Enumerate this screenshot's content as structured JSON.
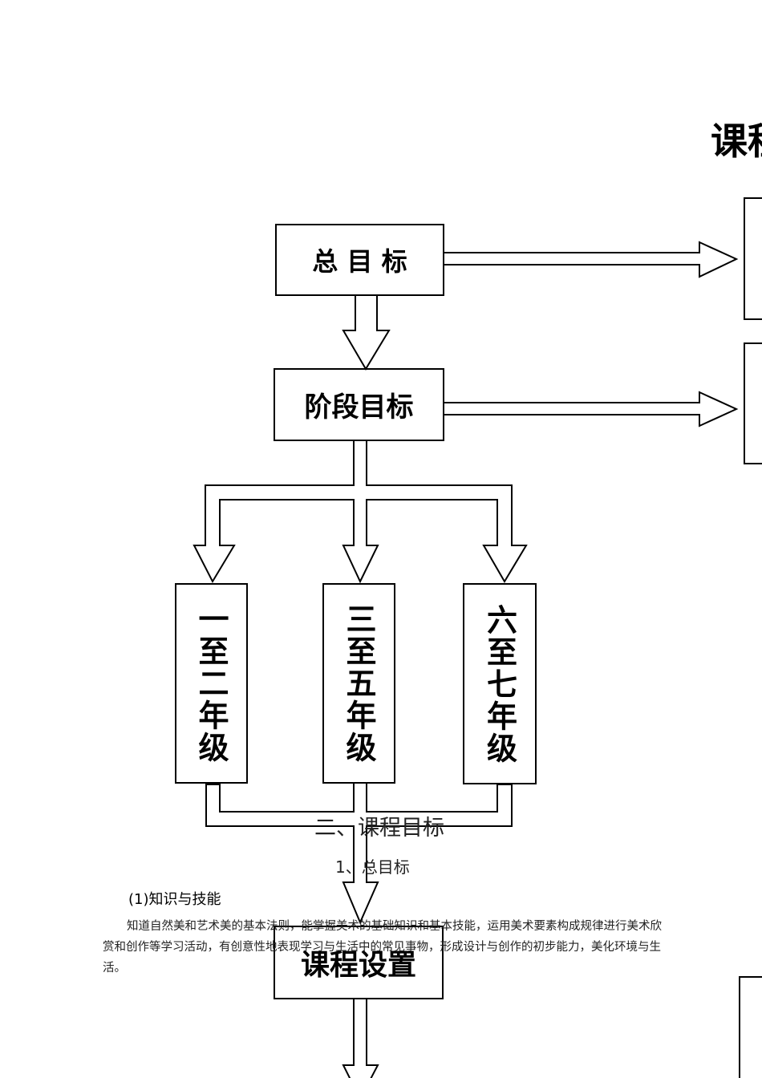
{
  "diagram": {
    "title": "课程",
    "boxes": {
      "overall_goal": "总 目 标",
      "stage_goal": "阶段目标",
      "grades_1_2": "一至二年级",
      "grades_3_5": "三至五年级",
      "grades_6_7": "六至七年级",
      "curriculum": "课程设置"
    }
  },
  "document": {
    "section_heading": "二、课程目标",
    "subsection_heading": "1、总目标",
    "item_heading": "(1)知识与技能",
    "paragraph": "知道自然美和艺术美的基本法则，能掌握美术的基础知识和基本技能，运用美术要素构成规律进行美术欣赏和创作等学习活动，有创意性地表现学习与生活中的常见事物，形成设计与创作的初步能力，美化环境与生活。"
  },
  "colors": {
    "ink": "#000000",
    "background": "#ffffff"
  }
}
